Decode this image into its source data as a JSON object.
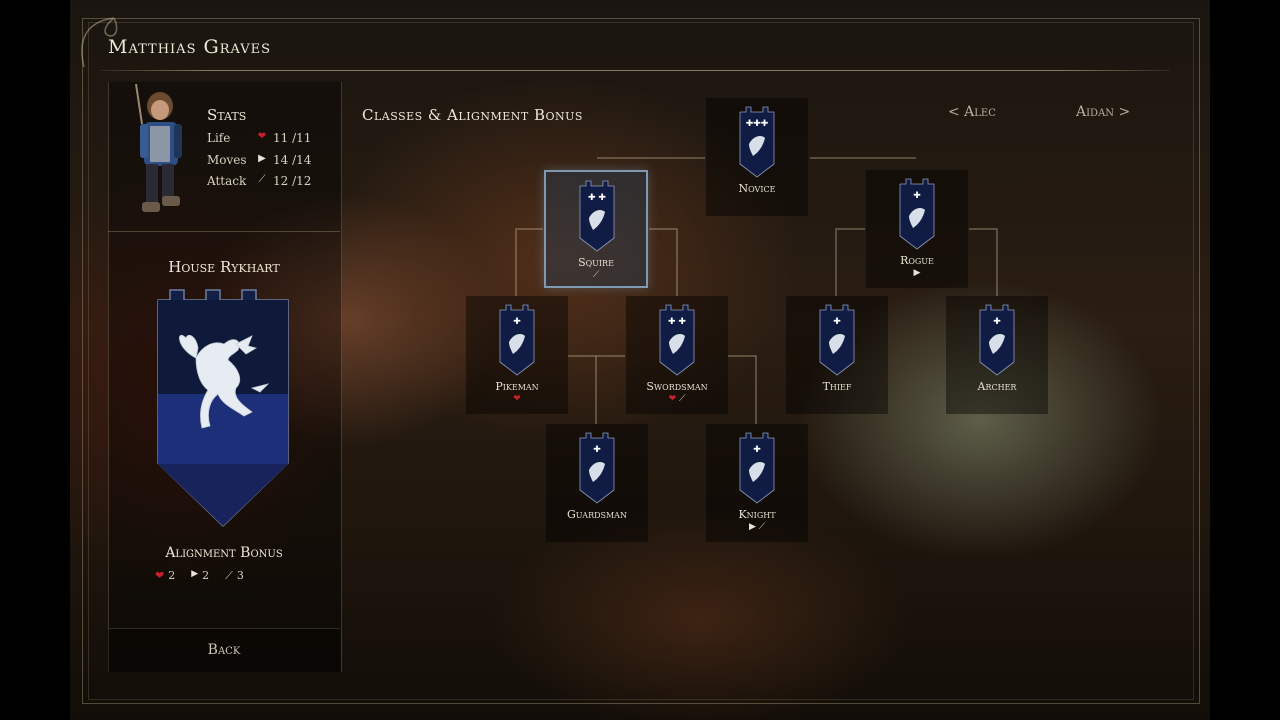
{
  "character": {
    "name": "Matthias Graves"
  },
  "stats": {
    "title": "Stats",
    "rows": [
      {
        "label": "Life",
        "icon": "heart-icon",
        "value": "11 /11"
      },
      {
        "label": "Moves",
        "icon": "arrow-icon",
        "value": "14 /14"
      },
      {
        "label": "Attack",
        "icon": "sword-icon",
        "value": "12 /12"
      }
    ]
  },
  "house": {
    "name": "House Rykhart",
    "alignment_title": "Alignment Bonus",
    "bonus": {
      "life": "2",
      "moves": "2",
      "attack": "3"
    }
  },
  "back_label": "Back",
  "classes_title": "Classes & Alignment Bonus",
  "nav": {
    "prev": "< Alec",
    "next": "Aidan >"
  },
  "classes": [
    {
      "name": "Novice",
      "bonus": []
    },
    {
      "name": "Squire",
      "bonus": [
        "sword"
      ],
      "selected": true
    },
    {
      "name": "Rogue",
      "bonus": [
        "arrow"
      ]
    },
    {
      "name": "Pikeman",
      "bonus": [
        "heart"
      ]
    },
    {
      "name": "Swordsman",
      "bonus": [
        "heart",
        "sword"
      ]
    },
    {
      "name": "Thief",
      "bonus": []
    },
    {
      "name": "Archer",
      "bonus": []
    },
    {
      "name": "Guardsman",
      "bonus": []
    },
    {
      "name": "Knight",
      "bonus": [
        "arrow",
        "sword"
      ]
    }
  ],
  "colors": {
    "banner_blue": "#12204a",
    "selected_border": "#7f9ab0",
    "heart": "#c8202a"
  }
}
